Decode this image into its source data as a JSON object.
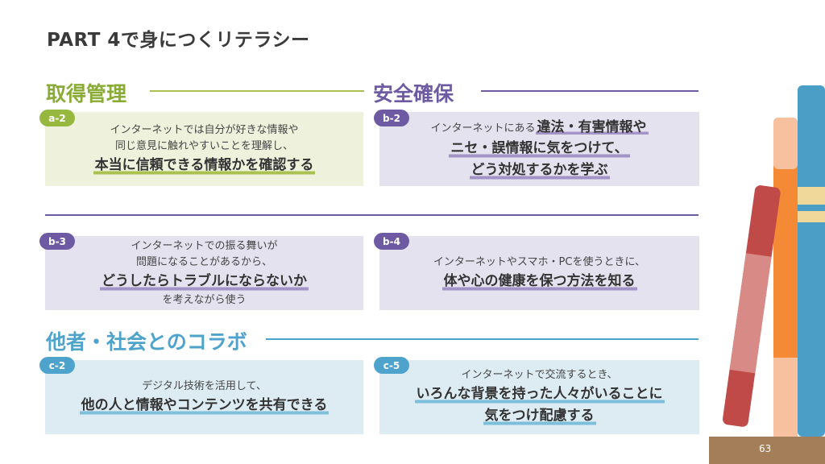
{
  "page_title": "PART 4で身につくリテラシー",
  "sections": {
    "acquire": {
      "heading": "取得管理"
    },
    "safety": {
      "heading": "安全確保"
    },
    "collab": {
      "heading": "他者・社会とのコラボ"
    }
  },
  "cards": {
    "a2": {
      "badge": "a-2",
      "line1": "インターネットでは自分が好きな情報や",
      "line2": "同じ意見に触れやすいことを理解し、",
      "emphasis": "本当に信頼できる情報かを確認する"
    },
    "b2": {
      "badge": "b-2",
      "line1_prefix": "インターネットにある",
      "line1_emphasis": "違法・有害情報や",
      "emphasis2": "ニセ・誤情報に気をつけて、",
      "emphasis3": "どう対処するかを学ぶ"
    },
    "b3": {
      "badge": "b-3",
      "line1": "インターネットでの振る舞いが",
      "line2": "問題になることがあるから、",
      "emphasis": "どうしたらトラブルにならないか",
      "line3": "を考えながら使う"
    },
    "b4": {
      "badge": "b-4",
      "line1": "インターネットやスマホ・PCを使うときに、",
      "emphasis": "体や心の健康を保つ方法を知る"
    },
    "c2": {
      "badge": "c-2",
      "line1": "デジタル技術を活用して、",
      "emphasis": "他の人と情報やコンテンツを共有できる"
    },
    "c5": {
      "badge": "c-5",
      "line1": "インターネットで交流するとき、",
      "emphasis": "いろんな背景を持った人々がいることに",
      "emphasis2": "気をつけ配慮する"
    }
  },
  "page_number": "63",
  "colors": {
    "green": "#96b83f",
    "purple": "#6e5aa3",
    "blue": "#4ea3cc"
  }
}
